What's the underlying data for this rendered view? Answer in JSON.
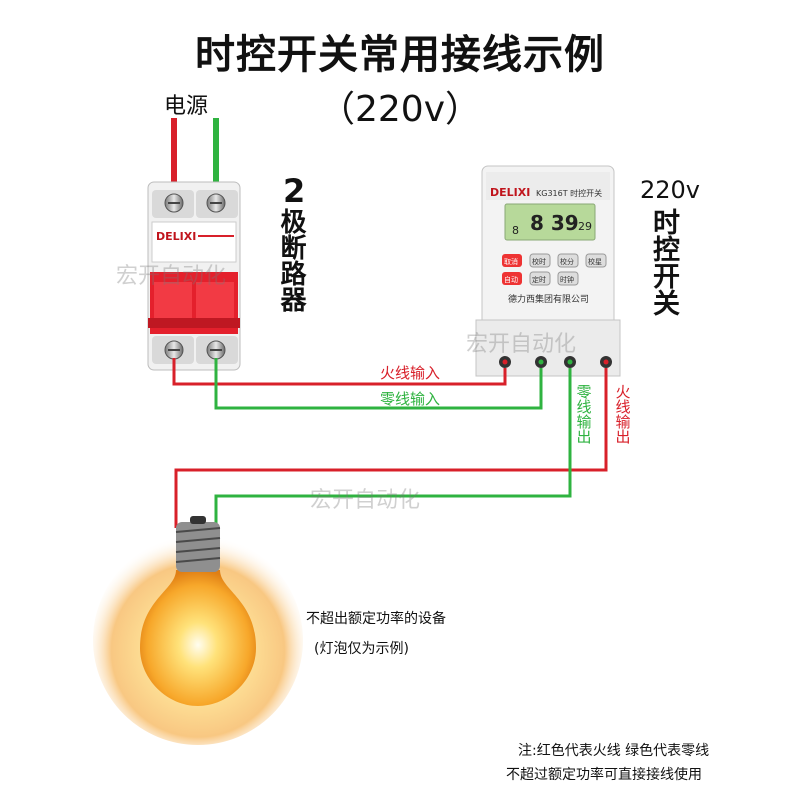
{
  "title": "时控开关常用接线示例",
  "subtitle": "（220v）",
  "power_label": "电源",
  "breaker": {
    "label_num": "2",
    "label_text": "极断路器",
    "brand": "DELIXI"
  },
  "timer": {
    "voltage": "220v",
    "label": "时控开关",
    "brand": "DELIXI",
    "model": "KG316T 时控开关",
    "display_day": "8",
    "display_time": "8 39",
    "display_sec": "29",
    "btn_row1": [
      "取消",
      "校时",
      "校分",
      "校星"
    ],
    "btn_row2": [
      "自动",
      "定时",
      "时钟"
    ],
    "company": "德力西集团有限公司"
  },
  "wires": {
    "live_in": "火线输入",
    "neutral_in": "零线输入",
    "neutral_out": "零线输出",
    "live_out": "火线输出",
    "live_color": "#d8202a",
    "neutral_color": "#2fb340"
  },
  "watermark": "宏开自动化",
  "bulb_note_1": "不超出额定功率的设备",
  "bulb_note_2": "(灯泡仅为示例)",
  "footnote_1": "注:红色代表火线 绿色代表零线",
  "footnote_2": "不超过额定功率可直接接线使用"
}
